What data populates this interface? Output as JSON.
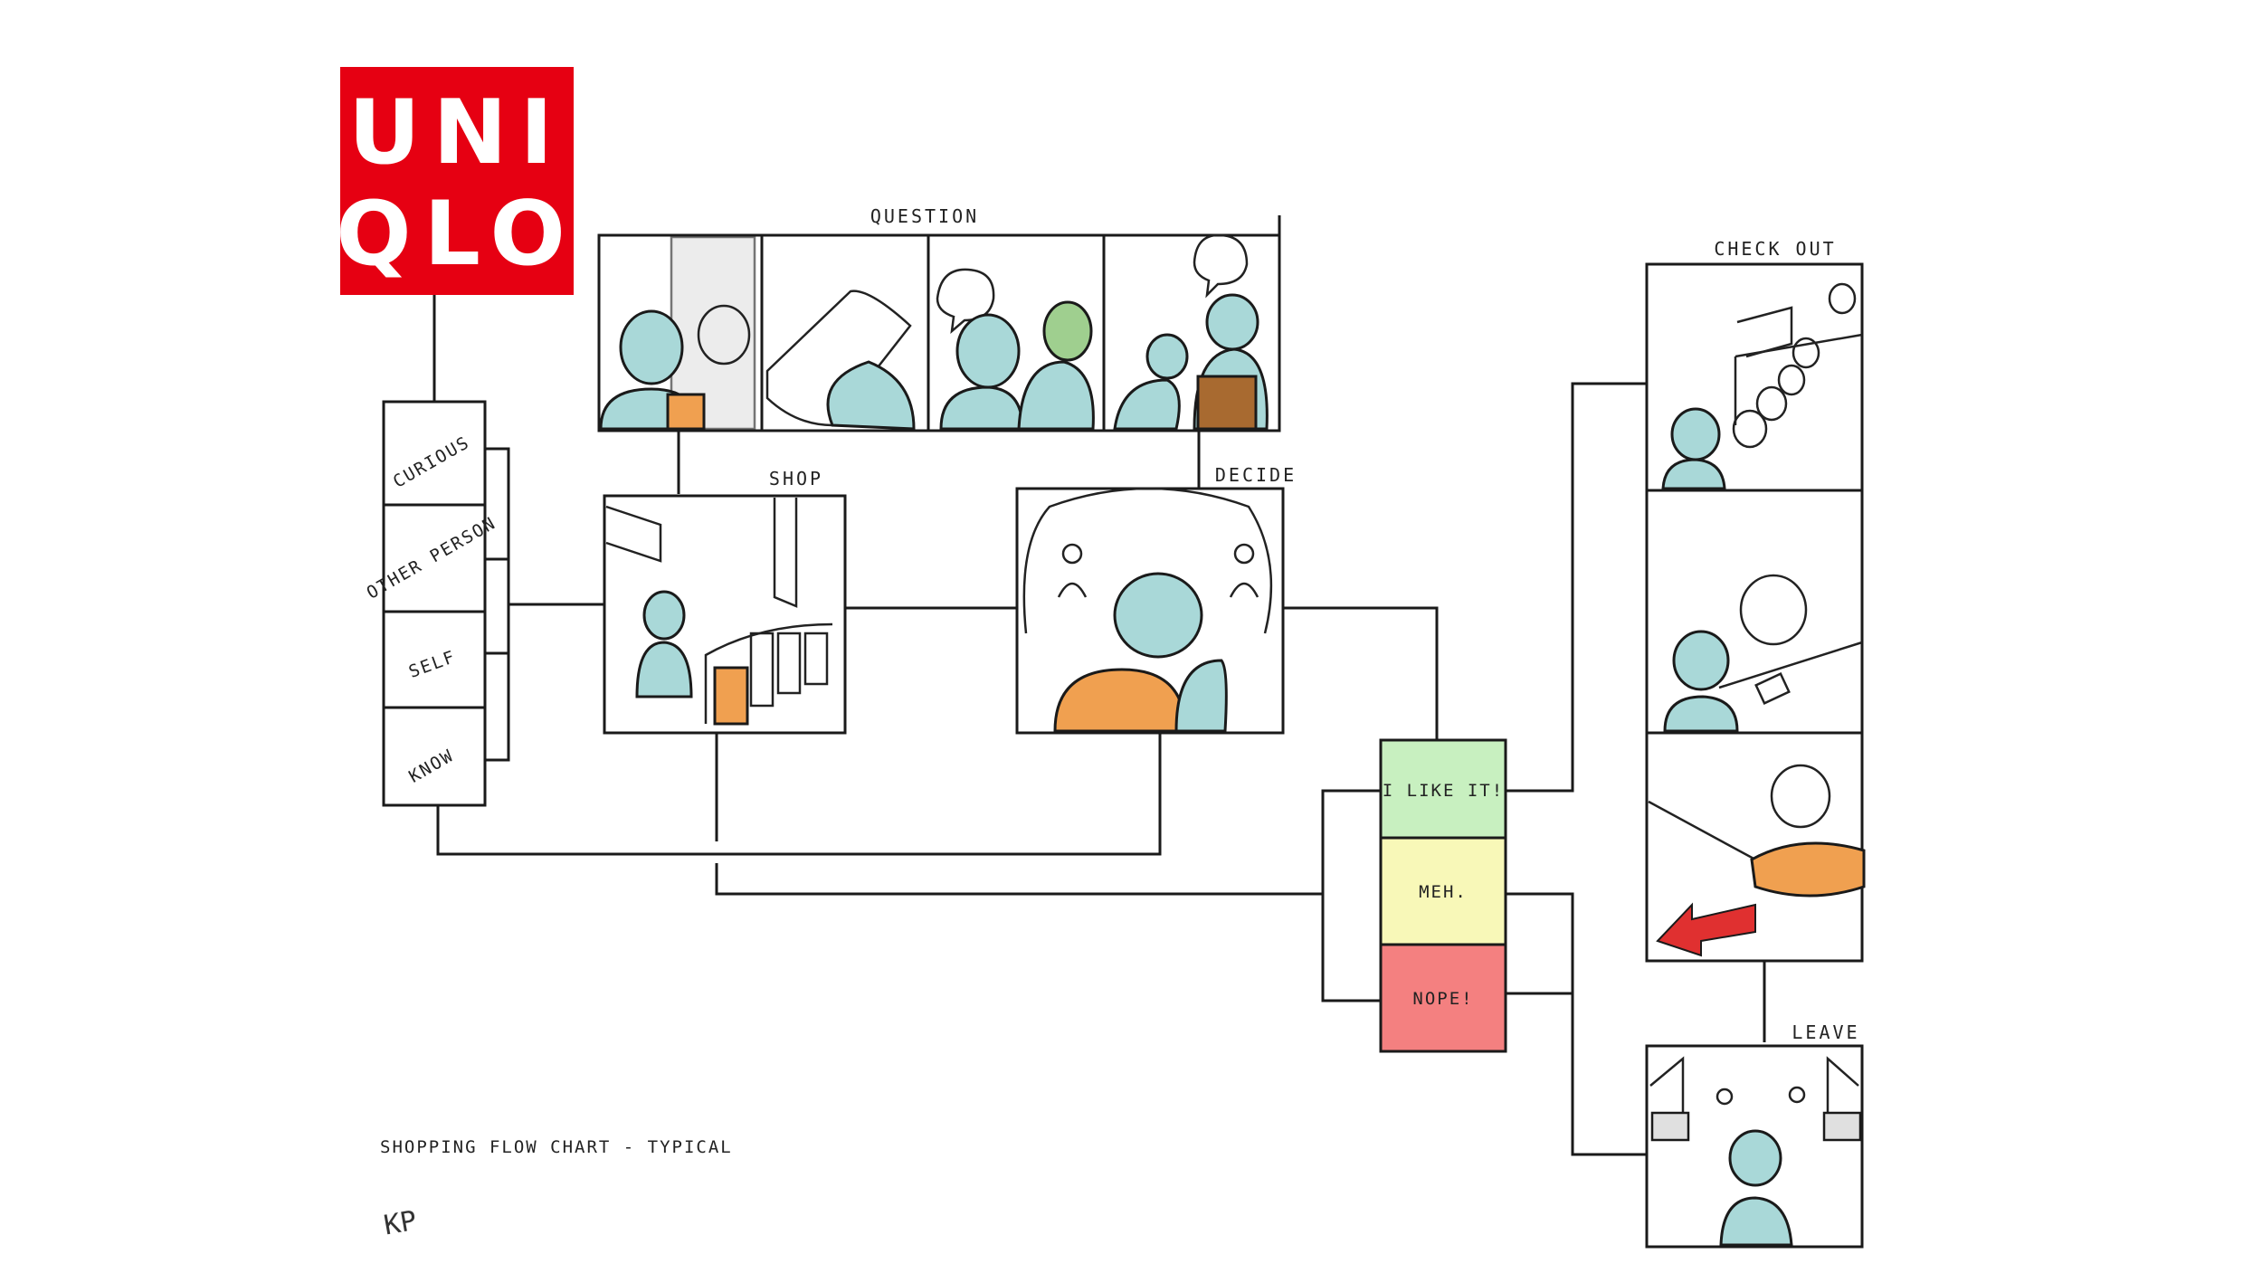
{
  "logo": {
    "line1": "UNI",
    "line2": "QLO",
    "color": "#e60012"
  },
  "stages": {
    "question": "QUESTION",
    "shop": "SHOP",
    "decide": "DECIDE",
    "checkout": "CHECK OUT",
    "leave": "LEAVE"
  },
  "motivations": [
    "CURIOUS",
    "OTHER PERSON",
    "SELF",
    "KNOW"
  ],
  "decisions": [
    {
      "label": "I LIKE IT!",
      "color": "#c8f0c0"
    },
    {
      "label": "MEH.",
      "color": "#f8f8b8"
    },
    {
      "label": "NOPE!",
      "color": "#f48080"
    }
  ],
  "footer": {
    "title": "SHOPPING FLOW CHART - TYPICAL",
    "signature": "KP"
  }
}
